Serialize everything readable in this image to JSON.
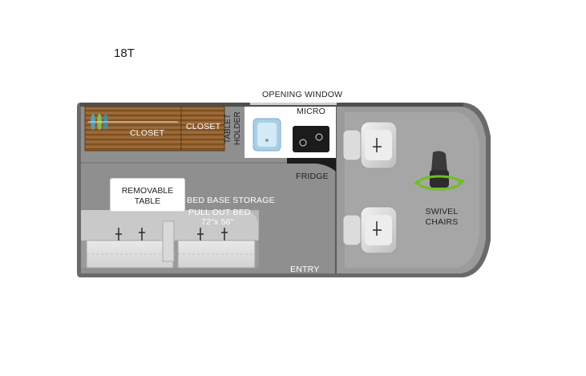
{
  "floorplan": {
    "model": "18T",
    "labels": {
      "opening_window": "OPENING WINDOW",
      "micro": "MICRO",
      "closet_left": "CLOSET",
      "closet_right": "CLOSET",
      "tablet_holder": "TABLET HOLDER",
      "fridge": "FRIDGE",
      "removable_table": "REMOVABLE TABLE",
      "bed_base_storage": "BED BASE STORAGE",
      "pull_out_bed": "PULL OUT BED",
      "bed_size": "72\"x 56\"",
      "swivel_chairs": "SWIVEL CHAIRS",
      "entry": "ENTRY"
    },
    "colors": {
      "floor": "#8f8f8f",
      "cab": "#a4a4a4",
      "wall": "#555555",
      "wood": "#9a6a3a",
      "swivel_accent": "#6cc11f"
    }
  }
}
